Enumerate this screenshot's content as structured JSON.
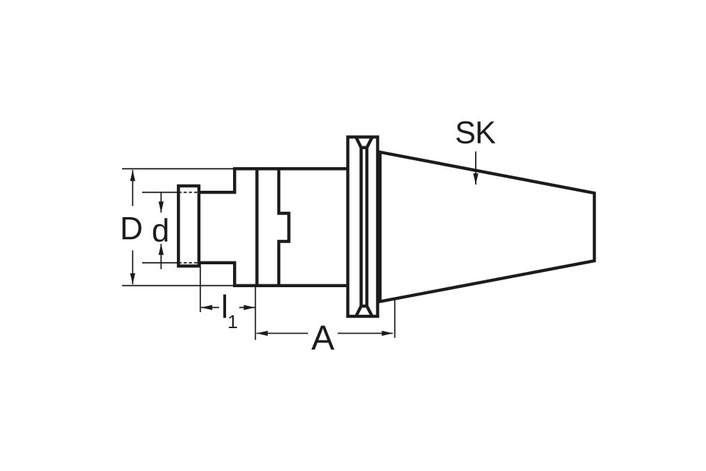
{
  "diagram": {
    "labels": {
      "outer_diameter": "D",
      "pilot_diameter": "d",
      "pilot_length_main": "l",
      "pilot_length_sub": "1",
      "projection_length": "A",
      "taper_designation": "SK"
    },
    "colors": {
      "line": "#1c1c1c",
      "background": "#ffffff"
    }
  }
}
